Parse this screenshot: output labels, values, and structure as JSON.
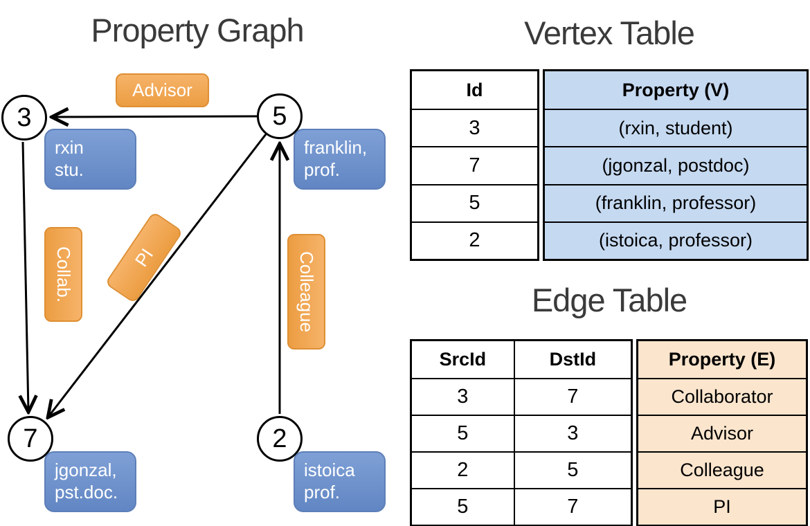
{
  "colors": {
    "edge_label_fill": "#f0a654",
    "vertex_label_fill": "#6f94cc",
    "vertex_table_fill": "#c5d9f1",
    "edge_table_fill": "#fbe5cd"
  },
  "graph": {
    "title": "Property Graph",
    "nodes": [
      {
        "id": "3",
        "property_line1": "rxin",
        "property_line2": "stu."
      },
      {
        "id": "5",
        "property_line1": "franklin,",
        "property_line2": "prof."
      },
      {
        "id": "7",
        "property_line1": "jgonzal,",
        "property_line2": "pst.doc."
      },
      {
        "id": "2",
        "property_line1": "istoica",
        "property_line2": "prof."
      }
    ],
    "edges": [
      {
        "label": "Advisor",
        "src": "5",
        "dst": "3"
      },
      {
        "label": "Collab.",
        "src": "3",
        "dst": "7"
      },
      {
        "label": "PI",
        "src": "5",
        "dst": "7"
      },
      {
        "label": "Colleague",
        "src": "2",
        "dst": "5"
      }
    ]
  },
  "vertex_table": {
    "title": "Vertex Table",
    "columns": {
      "id": "Id",
      "property": "Property (V)"
    },
    "rows": [
      {
        "id": "3",
        "property": "(rxin, student)"
      },
      {
        "id": "7",
        "property": "(jgonzal, postdoc)"
      },
      {
        "id": "5",
        "property": "(franklin, professor)"
      },
      {
        "id": "2",
        "property": "(istoica, professor)"
      }
    ]
  },
  "edge_table": {
    "title": "Edge Table",
    "columns": {
      "src": "SrcId",
      "dst": "DstId",
      "property": "Property (E)"
    },
    "rows": [
      {
        "src": "3",
        "dst": "7",
        "property": "Collaborator"
      },
      {
        "src": "5",
        "dst": "3",
        "property": "Advisor"
      },
      {
        "src": "2",
        "dst": "5",
        "property": "Colleague"
      },
      {
        "src": "5",
        "dst": "7",
        "property": "PI"
      }
    ]
  }
}
